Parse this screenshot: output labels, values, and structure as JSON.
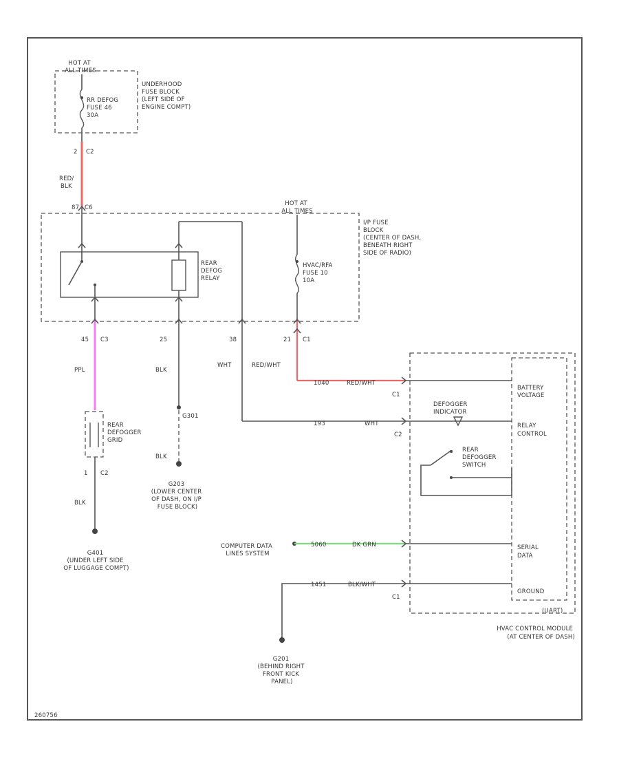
{
  "colors": {
    "red": "#e86a6a",
    "pink": "#f07ff0",
    "green": "#7fdc7f",
    "line": "#555555"
  },
  "labels": {
    "hot_top": [
      "HOT AT",
      "ALL TIMES"
    ],
    "underhood": [
      "UNDERHOOD",
      "FUSE BLOCK",
      "(LEFT SIDE OF",
      "ENGINE COMPT)"
    ],
    "rr_defog_fuse": [
      "RR DEFOG",
      "FUSE 46",
      "30A"
    ],
    "pin_2": "2",
    "conn_c2_a": "C2",
    "red_blk": [
      "RED/",
      "BLK"
    ],
    "pin_top_relay": "87",
    "conn_c6": "C6",
    "hot_ip": [
      "HOT AT",
      "ALL TIMES"
    ],
    "ip_fuse": [
      "I/P FUSE",
      "BLOCK",
      "(CENTER OF DASH,",
      "BENEATH RIGHT",
      "SIDE OF RADIO)"
    ],
    "relay": [
      "REAR",
      "DEFOG",
      "RELAY"
    ],
    "hvac_fuse": [
      "HVAC/RFA",
      "FUSE 10",
      "10A"
    ],
    "pin_45": "45",
    "conn_c3_a": "C3",
    "pin_25": "25",
    "pin_38": "38",
    "pin_21": "21",
    "conn_c1_a": "C1",
    "ppl": "PPL",
    "blk_a": "BLK",
    "wht": "WHT",
    "red_wht_a": "RED/WHT",
    "g301": "G301",
    "blk_b": "BLK",
    "grid": [
      "REAR",
      "DEFOGGER",
      "GRID"
    ],
    "pin_1": "1",
    "conn_c2_b": "C2",
    "blk_c": "BLK",
    "g203": [
      "G203",
      "(LOWER CENTER",
      "OF DASH, ON I/P",
      "FUSE BLOCK)"
    ],
    "g401": [
      "G401",
      "(UNDER LEFT SIDE",
      "OF LUGGAGE COMPT)"
    ],
    "w_1040": "1040",
    "w_red_wht_b": "RED/WHT",
    "conn_c1_b": "C1",
    "batt": [
      "BATTERY",
      "VOLTAGE"
    ],
    "indicator": [
      "DEFOGGER",
      "INDICATOR"
    ],
    "w_193": "193",
    "w_wht_b": "WHT",
    "conn_c2_c": "C2",
    "relay_ctrl": [
      "RELAY",
      "CONTROL"
    ],
    "switch": [
      "REAR",
      "DEFOGGER",
      "SWITCH"
    ],
    "cds": [
      "COMPUTER DATA",
      "LINES SYSTEM"
    ],
    "w_5060": "5060",
    "w_dk_grn": "DK GRN",
    "serial": [
      "SERIAL",
      "DATA"
    ],
    "w_1451": "1451",
    "w_blk_wht": "BLK/WHT",
    "conn_c1_c": "C1",
    "ground": "GROUND",
    "uart": "(UART)",
    "hvac_mod": [
      "HVAC CONTROL MODULE",
      "(AT CENTER OF DASH)"
    ],
    "g201": [
      "G201",
      "(BEHIND RIGHT",
      "FRONT KICK",
      "PANEL)"
    ],
    "fig_id": "260756"
  }
}
